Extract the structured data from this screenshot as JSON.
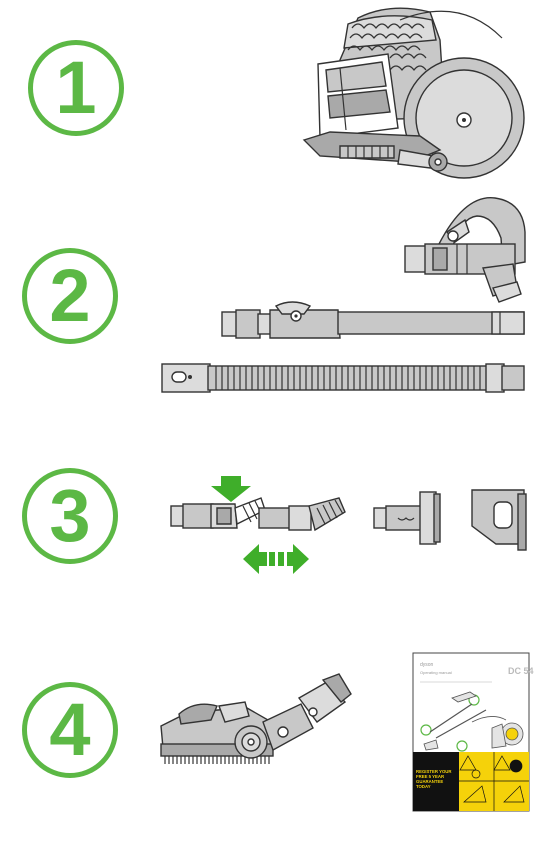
{
  "steps": [
    {
      "number": "1"
    },
    {
      "number": "2"
    },
    {
      "number": "3"
    },
    {
      "number": "4"
    }
  ],
  "manual": {
    "brand": "dyson",
    "title": "Operating manual",
    "model": "DC 54",
    "promo": "REGISTER YOUR FREE 5 YEAR GUARANTEE TODAY"
  },
  "colors": {
    "accent": "#5cb845",
    "arrow": "#3fae2a",
    "part_gray": "#c8c8c8",
    "outline": "#333333",
    "promo_yellow": "#f5d20a",
    "promo_black": "#111111"
  }
}
